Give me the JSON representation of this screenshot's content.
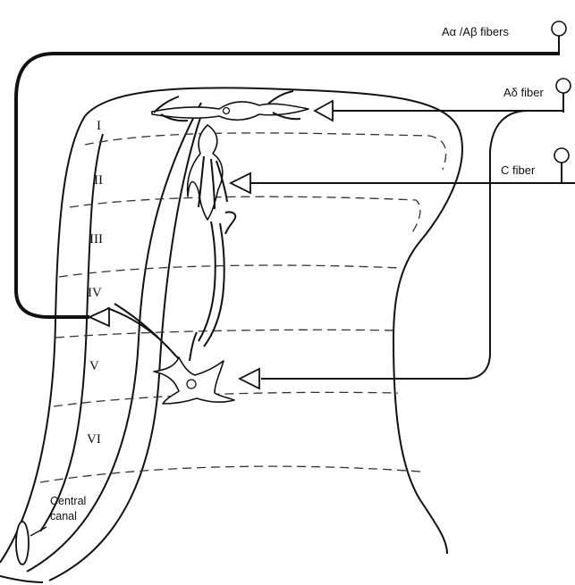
{
  "fibers": {
    "a_alpha_beta": "Aα /Aβ fibers",
    "a_delta": "Aδ fiber",
    "c": "C fiber"
  },
  "laminae": [
    "I",
    "II",
    "III",
    "IV",
    "V",
    "VI"
  ],
  "central_canal": [
    "Central",
    "canal"
  ],
  "colors": {
    "line": "#111111",
    "dash": "#333333",
    "background": "#ffffff"
  }
}
